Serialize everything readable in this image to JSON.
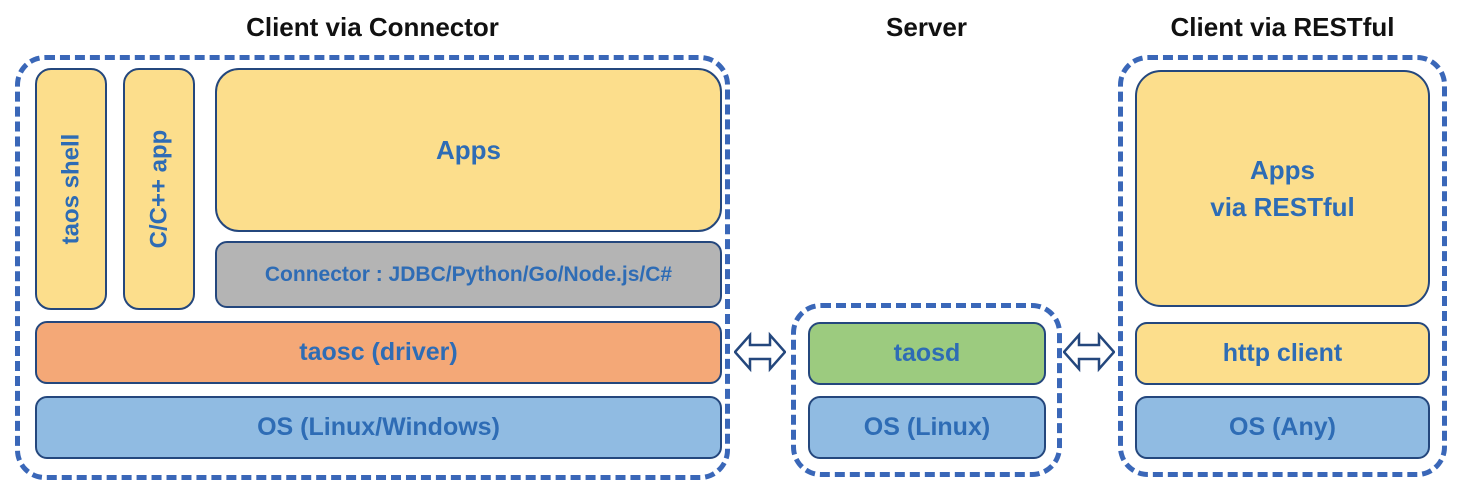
{
  "colors": {
    "dash": "#3A67B8",
    "box-border": "#24477D",
    "text-blue": "#2E6CB5",
    "title": "#111111",
    "yellow": "#FCDE8C",
    "gray": "#B4B4B4",
    "orange": "#F4A877",
    "blue": "#90BBE2",
    "green": "#9CCB7F",
    "arrow-fill": "#FFFFFF"
  },
  "icons": {
    "left_arrow": "double-headed-horizontal-arrow",
    "right_arrow": "double-headed-horizontal-arrow"
  },
  "sections": {
    "connector": {
      "title": "Client via Connector",
      "taos_shell_label": "taos shell",
      "cpp_app_label": "C/C++ app",
      "apps_label": "Apps",
      "connector_label": "Connector : JDBC/Python/Go/Node.js/C#",
      "taosc_label": "taosc (driver)",
      "os_label": "OS (Linux/Windows)"
    },
    "server": {
      "title": "Server",
      "taosd_label": "taosd",
      "os_label": "OS (Linux)"
    },
    "restful": {
      "title": "Client via RESTful",
      "apps_line1": "Apps",
      "apps_line2": "via RESTful",
      "http_client_label": "http client",
      "os_label": "OS (Any)"
    }
  }
}
